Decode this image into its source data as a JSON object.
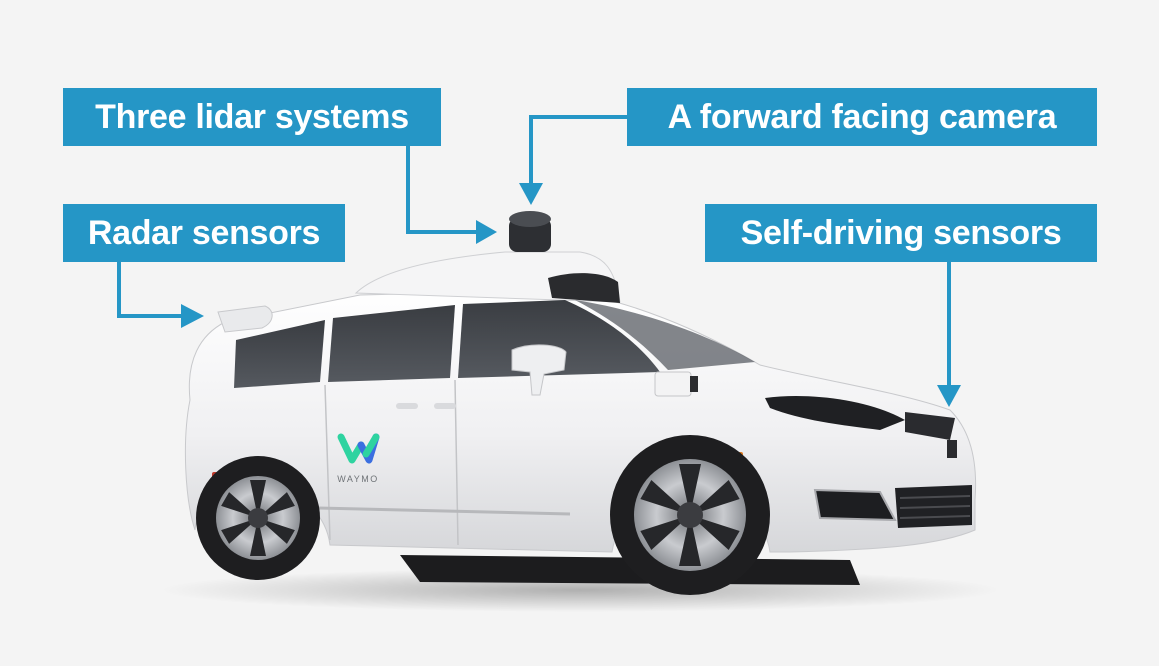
{
  "diagram": {
    "subject": "Waymo self-driving minivan sensor layout",
    "accent_color": "#2596c6",
    "background_color": "#f4f4f4",
    "labels": [
      {
        "id": "lidar",
        "text": "Three lidar systems"
      },
      {
        "id": "camera",
        "text": "A forward facing camera"
      },
      {
        "id": "radar",
        "text": "Radar sensors"
      },
      {
        "id": "self_driving",
        "text": "Self-driving sensors"
      }
    ],
    "vehicle": {
      "type": "minivan",
      "color": "white",
      "logo_text": "WAYMO",
      "logo_colors": {
        "green": "#2ed3a0",
        "blue": "#3b6fe0"
      }
    }
  }
}
